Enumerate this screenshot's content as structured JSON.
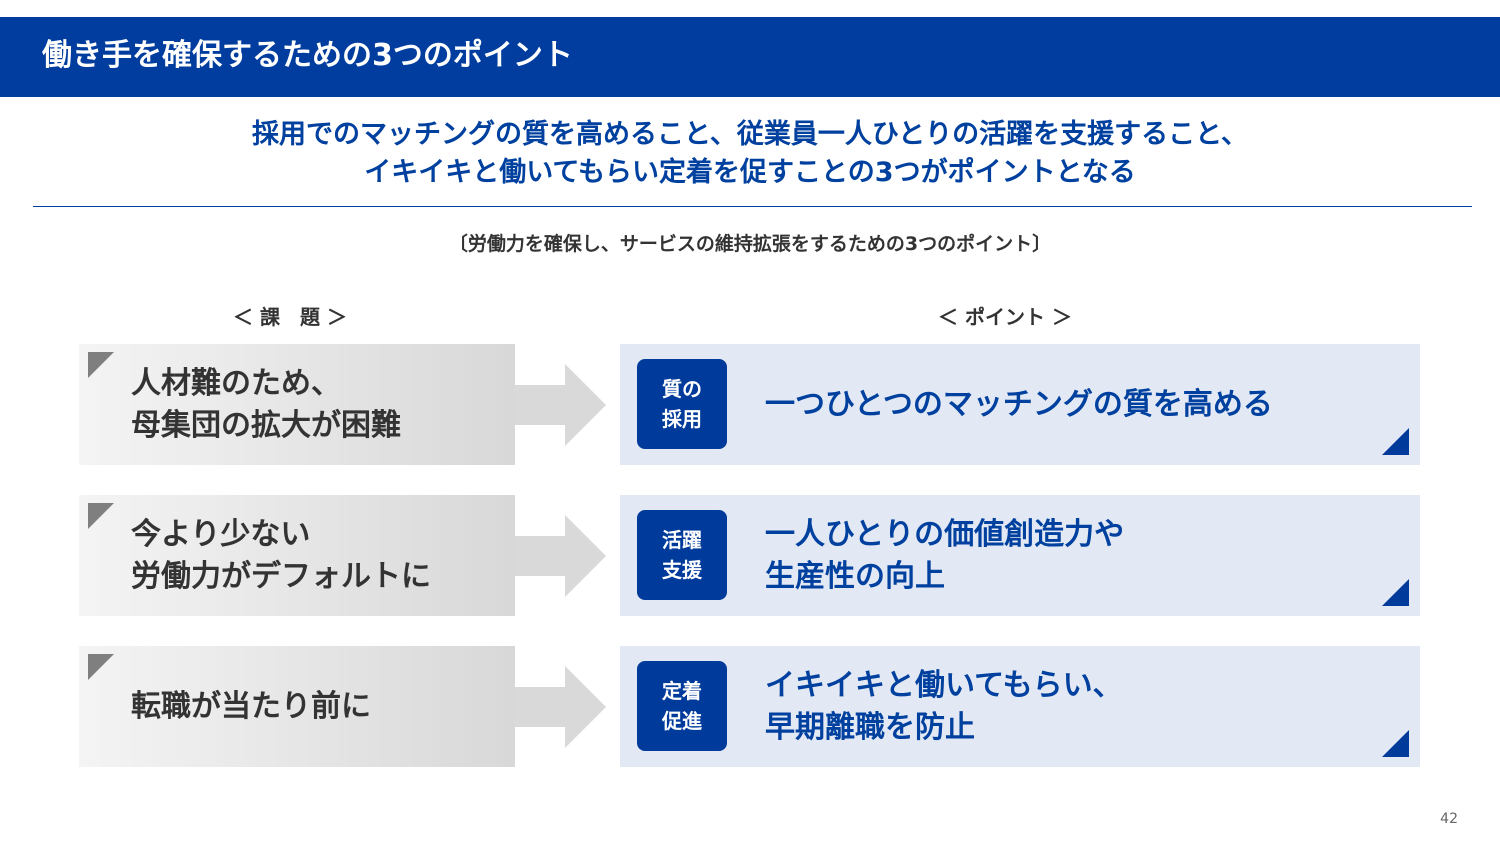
{
  "title": "働き手を確保するための3つのポイント",
  "lead": [
    "採用でのマッチングの質を高めること、従業員一人ひとりの活躍を支援すること、",
    "イキイキと働いてもらい定着を促すことの3つがポイントとなる"
  ],
  "subtitle": "〔労働力を確保し、サービスの維持拡張をするための3つのポイント〕",
  "col_issue": "＜ 課　題 ＞",
  "col_point": "＜ ポイント ＞",
  "rows": [
    {
      "issue": "人材難のため、\n母集団の拡大が困難",
      "badge": "質の\n採用",
      "point": "一つひとつのマッチングの質を高める"
    },
    {
      "issue": "今より少ない\n労働力がデフォルトに",
      "badge": "活躍\n支援",
      "point": "一人ひとりの価値創造力や\n生産性の向上"
    },
    {
      "issue": "転職が当たり前に",
      "badge": "定着\n促進",
      "point": "イキイキと働いてもらい、\n早期離職を防止"
    }
  ],
  "page_number": "42",
  "colors": {
    "brand": "#003d9e",
    "point_bg": "#e3e9f4"
  }
}
